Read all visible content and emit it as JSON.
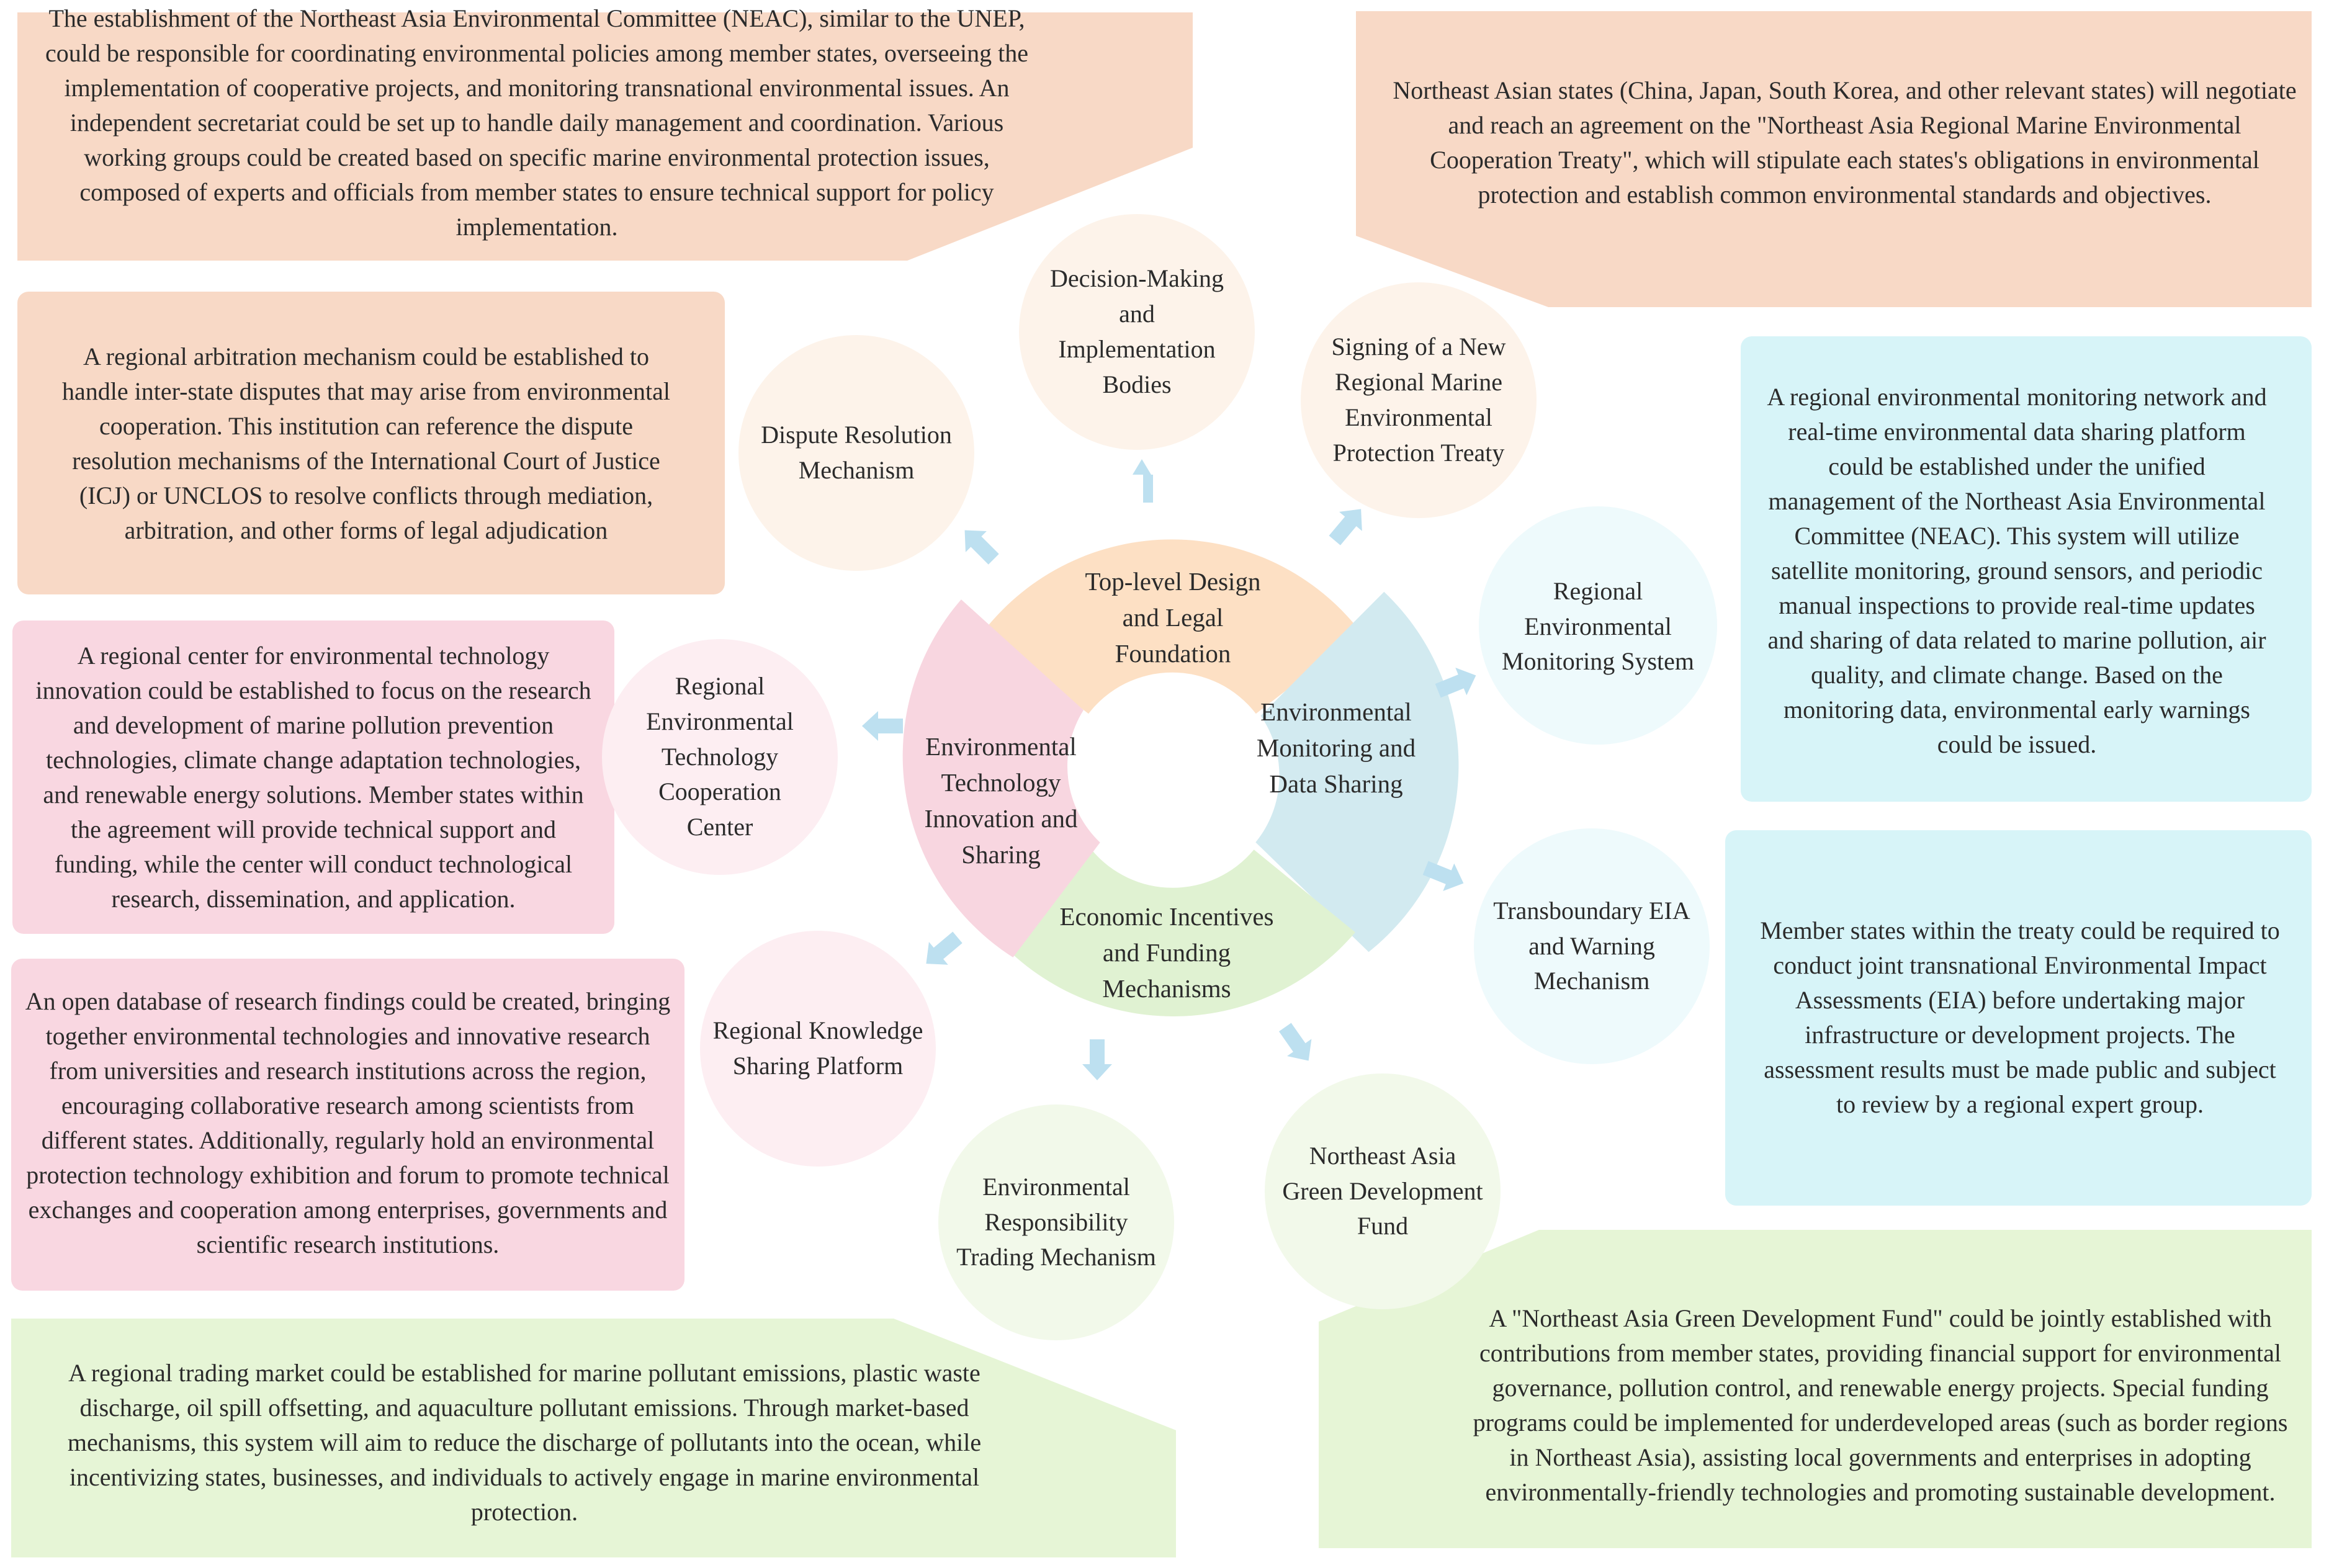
{
  "colors": {
    "orange_box": "#f8d9c6",
    "pink_box": "#f9d7e1",
    "cyan_box": "#d7f4f8",
    "green_box": "#e6f5d6",
    "seg_orange": "#fde0c4",
    "seg_pink": "#f8d6e0",
    "seg_blue": "#d2eaf0",
    "seg_green": "#e0f2d2",
    "arrow": "#bde0f0"
  },
  "center": {
    "top": "Top-level Design and Legal Foundation",
    "right": "Environmental Monitoring and Data Sharing",
    "bottom": "Economic Incentives and Funding Mechanisms",
    "left": "Environmental Technology Innovation and Sharing"
  },
  "circles": {
    "decision": "Decision-Making and Implementation Bodies",
    "treaty": "Signing of a New Regional Marine Environmental Protection Treaty",
    "dispute": "Dispute Resolution Mechanism",
    "monitoring": "Regional Environmental Monitoring System",
    "eia": "Transboundary EIA and Warning Mechanism",
    "tech_center": "Regional Environmental Technology Cooperation Center",
    "knowledge": "Regional Knowledge Sharing Platform",
    "trading": "Environmental Responsibility Trading Mechanism",
    "fund": "Northeast Asia Green Development Fund"
  },
  "boxes": {
    "neac": "The establishment of the Northeast Asia Environmental Committee (NEAC), similar to the UNEP, could be responsible for coordinating environmental policies among member states, overseeing the implementation of cooperative projects, and monitoring transnational environmental issues. An independent secretariat could be set up to handle daily management and coordination. Various working groups could be created based on specific marine environmental protection issues, composed of experts and officials from member states to ensure technical support for policy implementation.",
    "treaty": "Northeast Asian states (China, Japan, South Korea, and other relevant states) will negotiate and reach an agreement on the \"Northeast Asia Regional Marine Environmental Cooperation Treaty\", which will stipulate each states's obligations in environmental protection and establish common environmental standards and objectives.",
    "arbitration": "A regional arbitration mechanism could be established to handle inter-state disputes that may arise from environmental cooperation. This institution can reference the dispute resolution mechanisms of the International Court of Justice (ICJ) or UNCLOS to resolve conflicts through mediation, arbitration, and other forms of legal adjudication",
    "monitoring": "A regional environmental monitoring network and real-time environmental data sharing platform could be established under the unified management of the Northeast Asia Environmental Committee (NEAC). This system will utilize satellite monitoring, ground sensors, and periodic manual inspections to provide real-time updates and sharing of data related to marine pollution, air quality, and climate change. Based on the monitoring data, environmental early warnings could be issued.",
    "tech_center": "A regional center for environmental technology innovation could be established to focus on the research and development of marine pollution prevention technologies, climate change adaptation technologies, and renewable energy solutions. Member states within the agreement will provide technical support and funding, while the center will conduct technological research, dissemination, and application.",
    "eia": "Member states within the treaty could be required to conduct joint transnational Environmental Impact Assessments (EIA) before undertaking major infrastructure or development projects. The assessment results must be made public and subject to review by a regional expert group.",
    "database": "An open database of research findings could be created, bringing together environmental technologies and innovative research from universities and research institutions across the region, encouraging collaborative research among scientists from different states. Additionally, regularly hold an environmental protection technology exhibition and forum to promote technical exchanges and cooperation among enterprises, governments and scientific research institutions.",
    "fund": "A \"Northeast Asia Green Development Fund\" could be jointly established with contributions from member states, providing financial support for environmental governance, pollution control, and renewable energy projects. Special funding programs could be implemented for underdeveloped areas (such as border regions in Northeast Asia), assisting local governments and enterprises in adopting environmentally-friendly technologies and promoting sustainable development.",
    "trading": "A regional trading market could be established for marine pollutant emissions, plastic waste discharge, oil spill offsetting, and aquaculture pollutant emissions. Through market-based mechanisms, this system will aim to reduce the discharge of pollutants into the ocean, while incentivizing states, businesses, and individuals to actively engage in marine environmental protection."
  }
}
